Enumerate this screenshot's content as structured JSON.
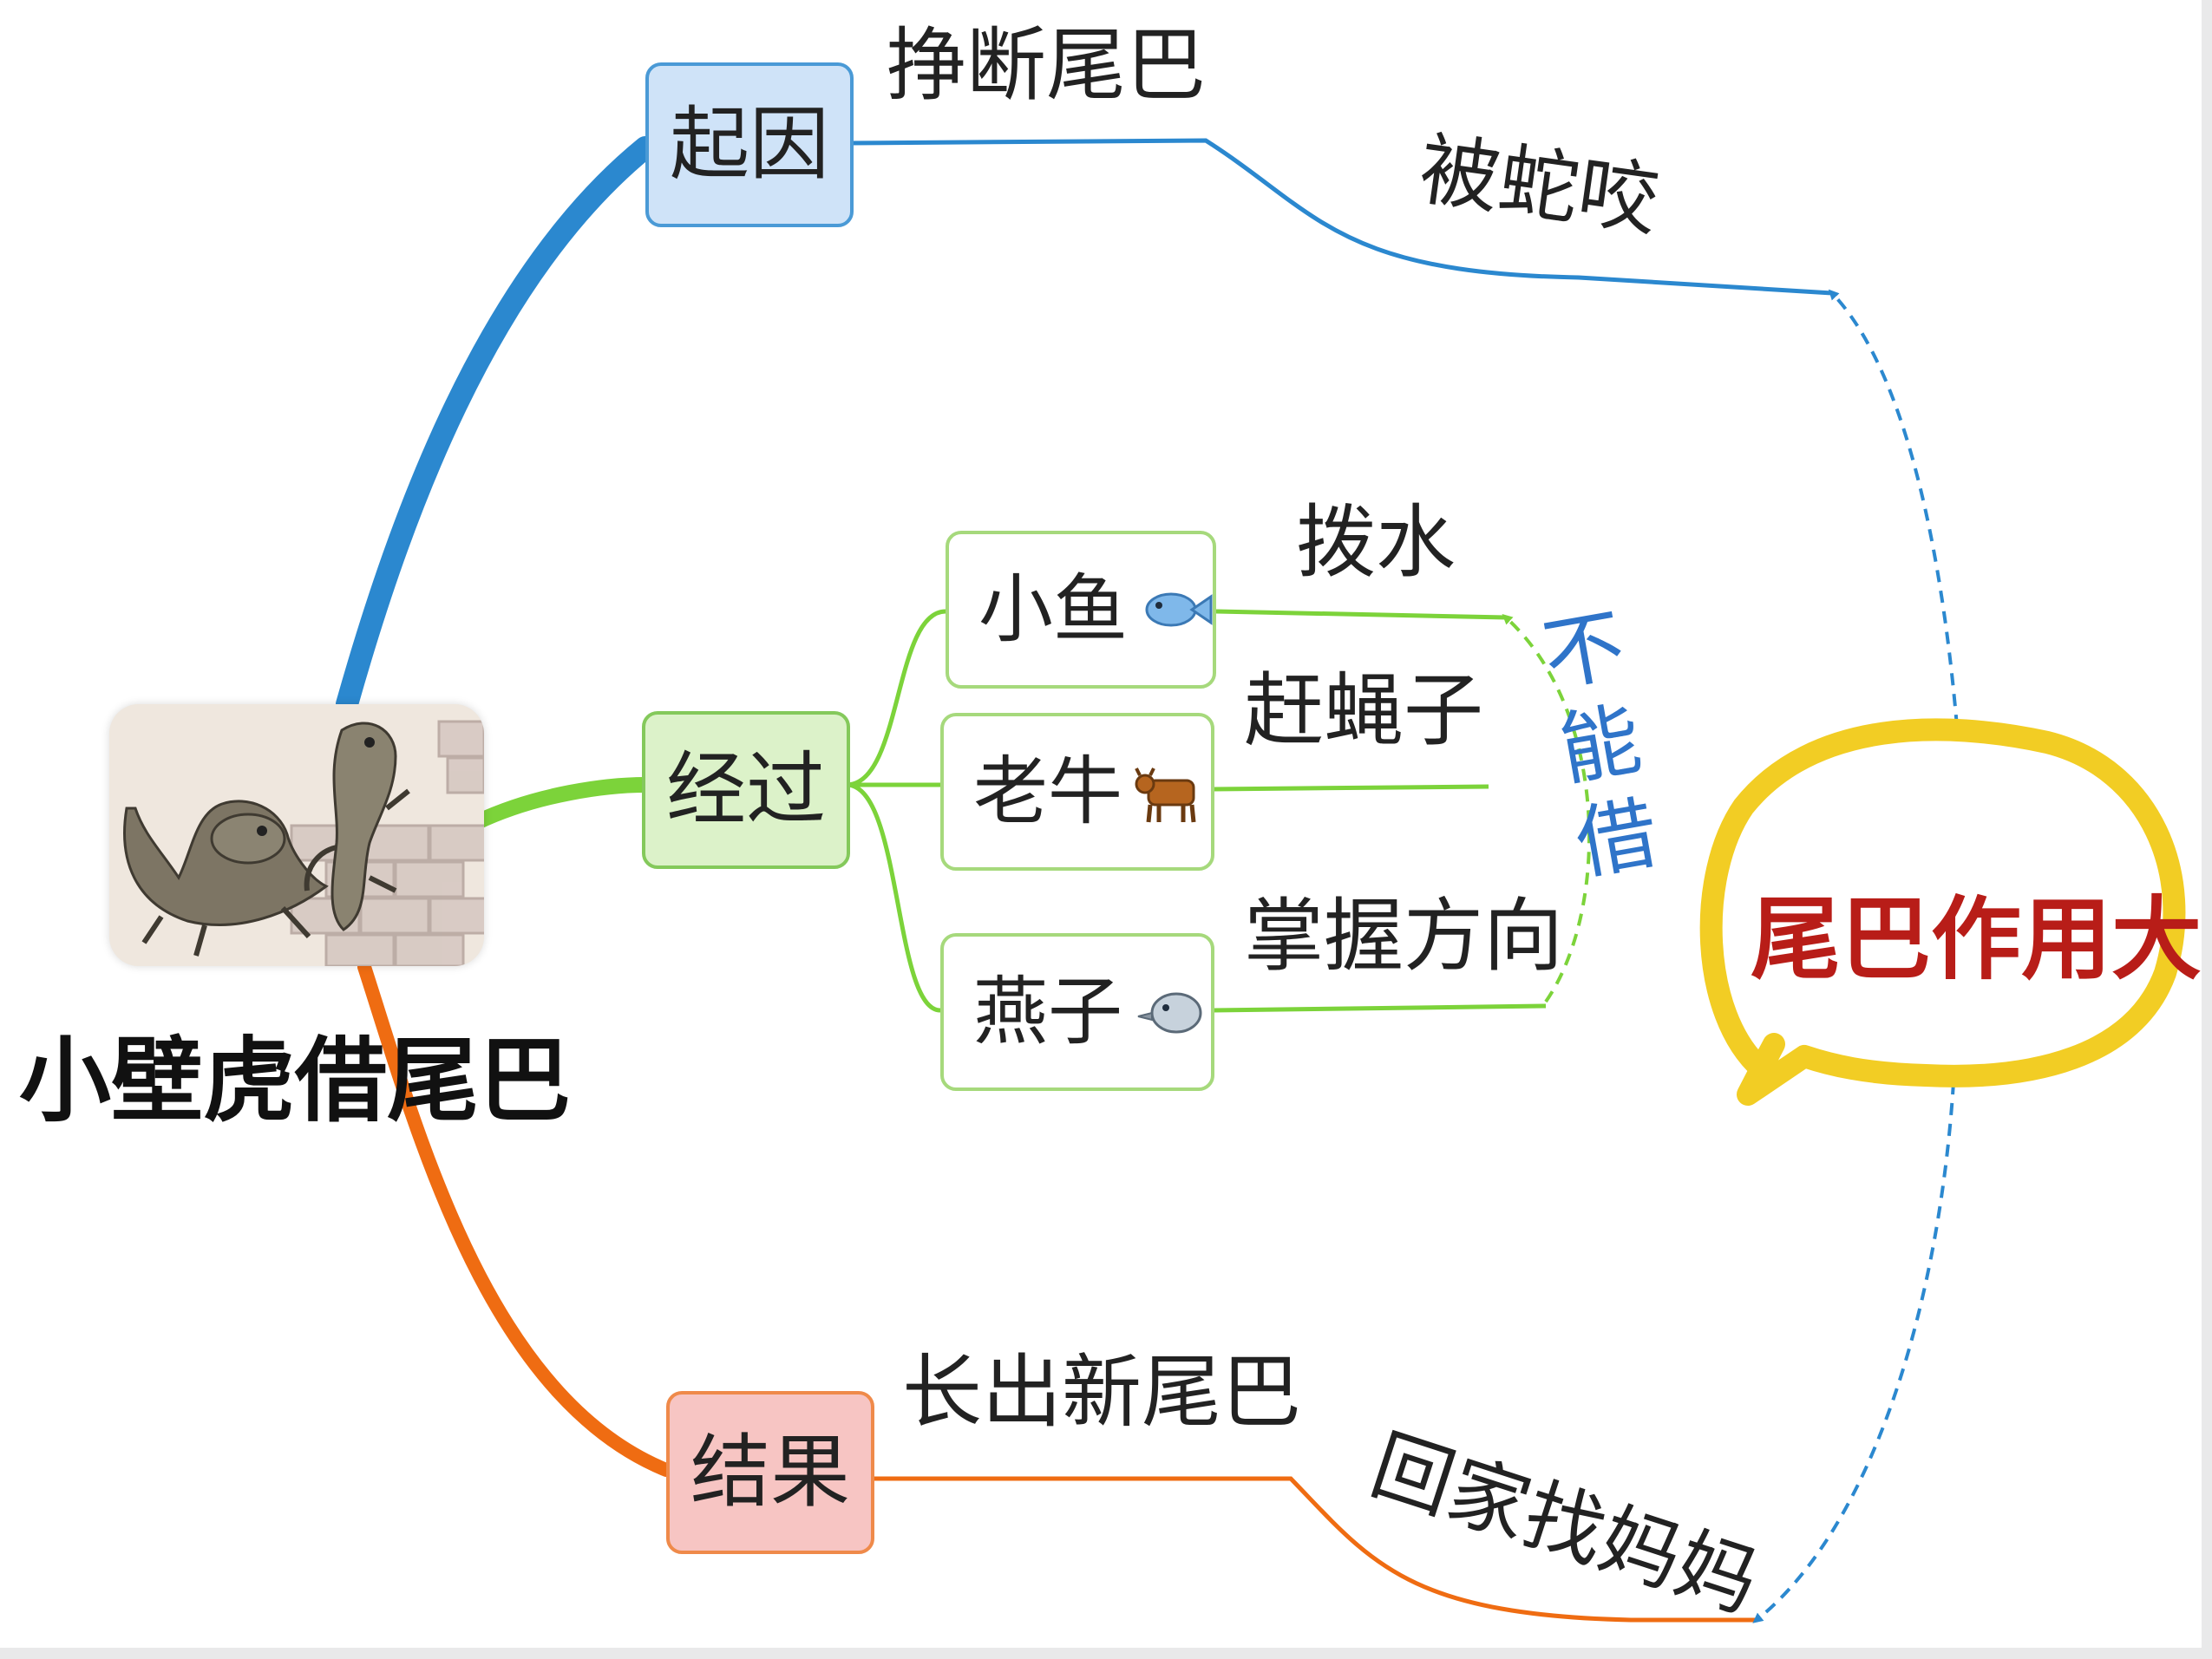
{
  "root": {
    "title": "小壁虎借尾巴"
  },
  "branches": {
    "cause": {
      "label": "起因",
      "items": [
        "挣断尾巴",
        "被蛇咬"
      ]
    },
    "process": {
      "label": "经过",
      "children": [
        {
          "label": "小鱼",
          "icon": "fish-icon",
          "action": "拨水"
        },
        {
          "label": "老牛",
          "icon": "ox-icon",
          "action": "赶蝇子"
        },
        {
          "label": "燕子",
          "icon": "bird-icon",
          "action": "掌握方向"
        }
      ],
      "note": "不能借"
    },
    "result": {
      "label": "结果",
      "items": [
        "长出新尾巴",
        "回家找妈妈"
      ]
    }
  },
  "conclusion": {
    "text": "尾巴作用大"
  },
  "colors": {
    "cause": "#2b88cf",
    "process": "#7cd33a",
    "result": "#ef6c12",
    "bubble": "#f2cd24",
    "conclusion_text": "#b81d18",
    "note": "#2f74c9"
  }
}
